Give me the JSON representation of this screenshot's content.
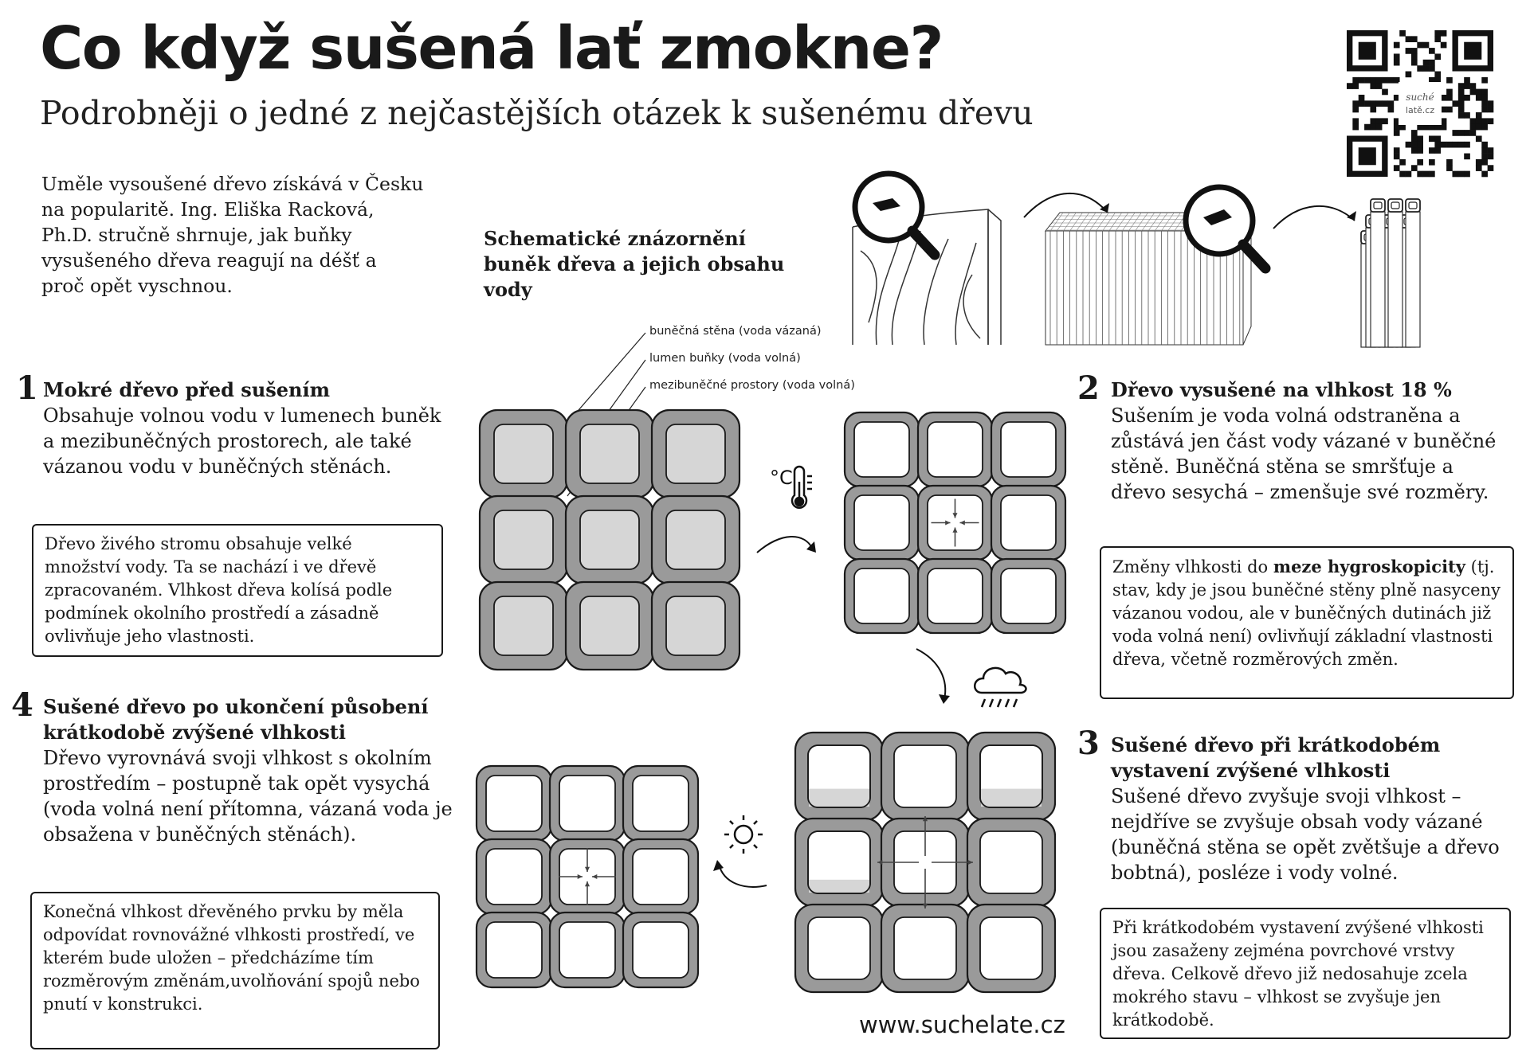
{
  "title": "Co když sušená lať zmokne?",
  "subtitle": "Podrobněji o jedné z nejčastějších otázek k sušenému dřevu",
  "intro": "Uměle vysoušené dřevo získává v Česku na popularitě. Ing. Eliška Racková, Ph.D. stručně shrnuje, jak buňky vysušeného dřeva reagují na déšť a proč opět vyschnou.",
  "schema_title": "Schematické znázornění buněk dřeva a jejich obsahu vody",
  "legend": {
    "wall": "buněčná stěna (voda vázaná)",
    "lumen": "lumen buňky (voda volná)",
    "intercell": "mezibuněčné prostory (voda volná)"
  },
  "sections": [
    {
      "num": "1",
      "heading": "Mokré dřevo před sušením",
      "body": "Obsahuje volnou vodu v lumenech buněk a mezibuněčných prostorech, ale také vázanou vodu v buněčných stěnách.",
      "note": "Dřevo živého stromu obsahuje velké množství vody. Ta se nachází i ve dřevě zpracovaném. Vlhkost dřeva kolísá podle podmínek okolního prostředí a zásadně ovlivňuje jeho vlastnosti."
    },
    {
      "num": "2",
      "heading": "Dřevo vysušené na vlhkost 18 %",
      "body": "Sušením je voda volná odstraněna a zůstává jen část vody vázané v buněčné stěně. Buněčná stěna se smršťuje a dřevo sesychá – zmenšuje své rozměry.",
      "note_pre": "Změny vlhkosti do ",
      "note_bold": "meze hygroskopicity",
      "note_post": " (tj. stav, kdy je jsou buněčné stěny plně nasyceny vázanou vodou, ale v buněčných dutinách již voda volná není) ovlivňují základní vlastnosti dřeva, včetně rozměrových změn."
    },
    {
      "num": "3",
      "heading": "Sušené dřevo při krátkodobém vystavení zvýšené vlhkosti",
      "body": "Sušené dřevo zvyšuje svoji vlhkost – nejdříve se zvyšuje obsah vody vázané (buněčná stěna se opět zvětšuje a dřevo bobtná), posléze i vody volné.",
      "note": "Při krátkodobém vystavení zvýšené vlhkosti jsou zasaženy zejména povrchové vrstvy dřeva. Celkově dřevo již nedosahuje zcela mokrého stavu – vlhkost se zvyšuje jen krátkodobě."
    },
    {
      "num": "4",
      "heading": "Sušené dřevo po ukončení působení krátkodobě zvýšené vlhkosti",
      "body": "Dřevo vyrovnává svoji vlhkost s okolním prostředím – postupně tak opět vysychá (voda volná není přítomna, vázaná voda je obsažena v buněčných stěnách).",
      "note": "Konečná vlhkost dřevěného prvku by měla odpovídat rovnovážné vlhkosti prostředí, ve kterém bude uložen – předcházíme tím rozměrovým změnám,uvolňování spojů nebo pnutí v konstrukci."
    }
  ],
  "qr_label": "suché latě.cz",
  "website": "www.suchelate.cz",
  "colors": {
    "wall": "#9a9a9a",
    "lumen_wet": "#d6d6d6",
    "lumen_dry": "#ffffff",
    "ink": "#1a1a1a"
  },
  "icons": [
    "thermometer-icon",
    "rain-cloud-icon",
    "sun-icon",
    "magnifier-icon",
    "qr-code-icon"
  ]
}
